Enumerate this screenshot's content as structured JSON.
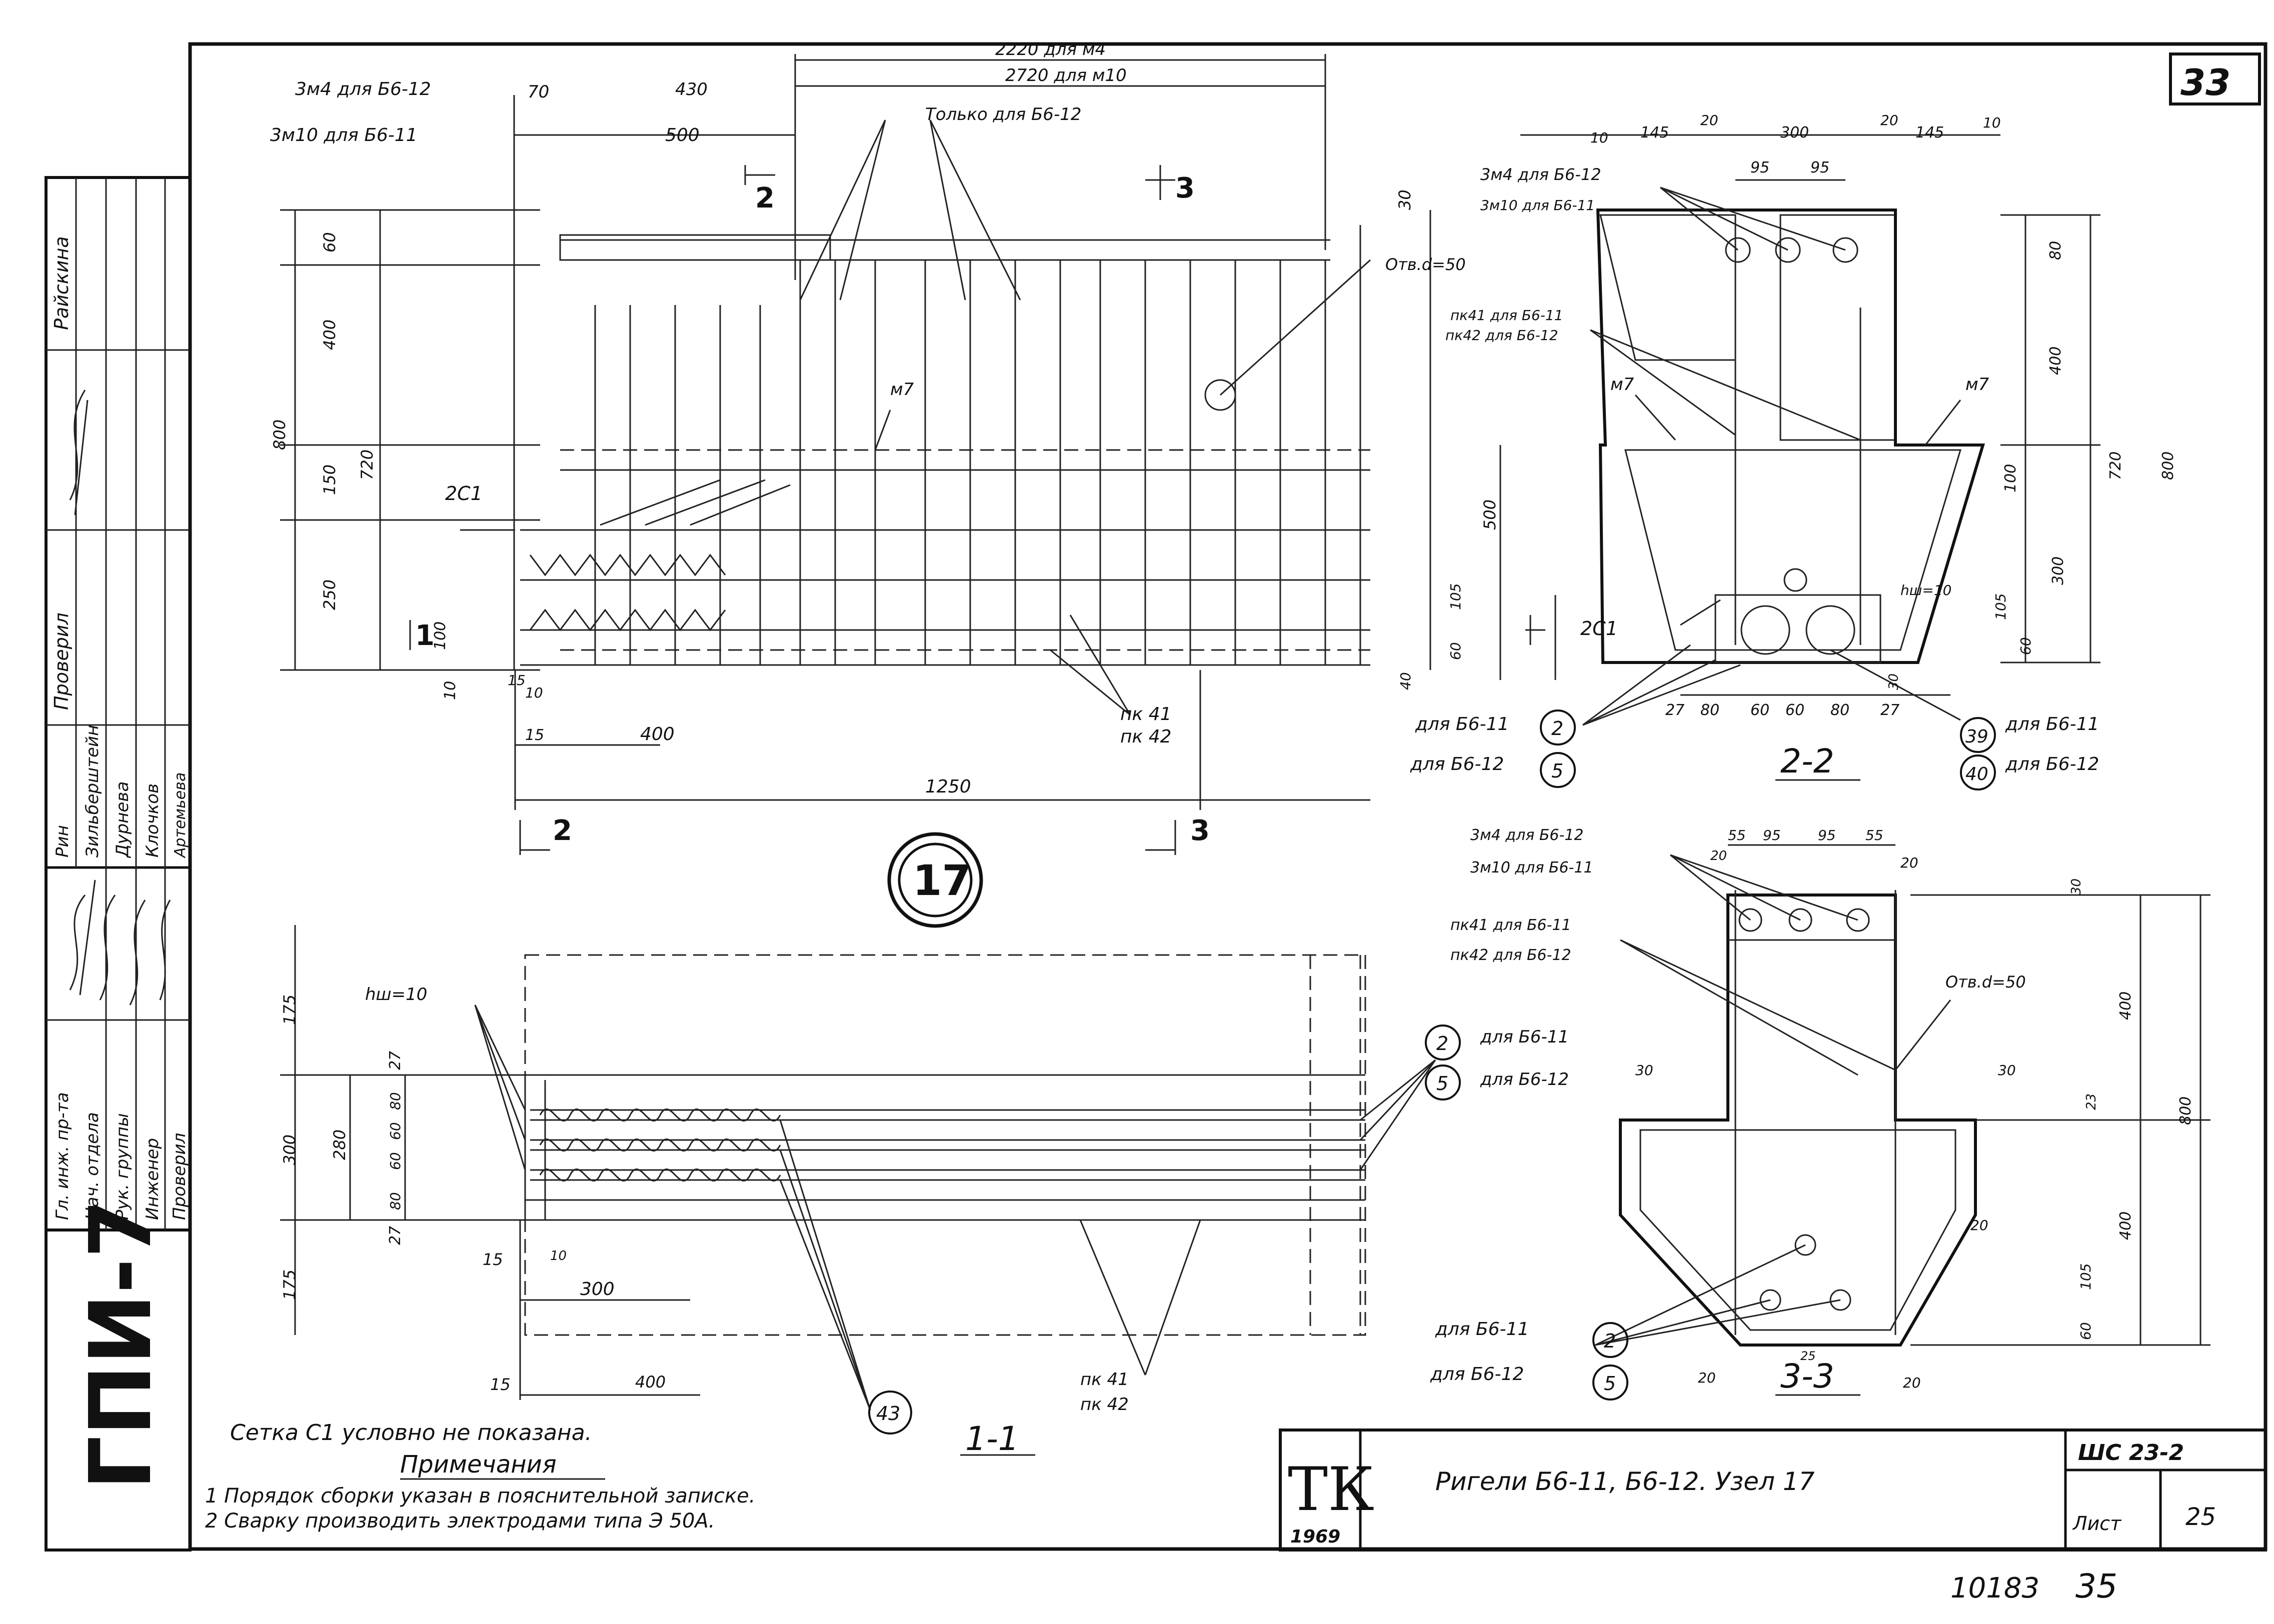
{
  "sheet": {
    "sheet_no": "33",
    "series_code": "ГПИ-7",
    "bottom_number": "10183",
    "bottom_page": "35"
  },
  "node_badge": "17",
  "top_view": {
    "dims": {
      "d2220": "2220 для м4",
      "d2720": "2720 для м10",
      "d70": "70",
      "d430": "430",
      "d500": "500",
      "d30": "30",
      "d60": "60",
      "d400": "400",
      "d150": "150",
      "d250": "250",
      "d100": "100",
      "d10": "10",
      "d800": "800",
      "d720": "720",
      "d15a": "15",
      "d15b": "15",
      "d10b": "10",
      "d400b": "400",
      "d1250": "1250"
    },
    "labels": {
      "zm4": "3м4 для Б6-12",
      "zm10": "3м10 для Б6-11",
      "tolko": "Только для Б6-12",
      "otv": "Отв.d=50",
      "m7": "м7",
      "c1": "2С1",
      "pk41": "пк 41",
      "pk42": "пк 42",
      "sec1": "1",
      "sec2a": "2",
      "sec2b": "2",
      "sec3a": "3",
      "sec3b": "3"
    }
  },
  "section_2_2": {
    "title": "2-2",
    "dims": {
      "d10": "10",
      "d145a": "145",
      "d20a": "20",
      "d300": "300",
      "d20b": "20",
      "d145b": "145",
      "d10b": "10",
      "d95a": "95",
      "d95b": "95",
      "d80": "80",
      "d400": "400",
      "d720": "720",
      "d800": "800",
      "d100": "100",
      "d300v": "300",
      "d105": "105",
      "d60": "60",
      "d500": "500",
      "d40": "40",
      "d27a": "27",
      "d80a": "80",
      "d60a": "60",
      "d60b": "60",
      "d80b": "80",
      "d27b": "27",
      "d30": "30",
      "hw": "hш=10"
    },
    "labels": {
      "zm4": "3м4 для Б6-12",
      "zm10": "3м10 для Б6-11",
      "pk41": "пк41 для Б6-11",
      "pk42": "пк42 для Б6-12",
      "m7a": "м7",
      "m7b": "м7",
      "c1": "2С1",
      "for611a": "для Б6-11",
      "for612a": "для Б6-12",
      "for611b": "для Б6-11",
      "for612b": "для Б6-12",
      "c2": "2",
      "c5": "5",
      "c39": "39",
      "c40": "40"
    }
  },
  "section_3_3": {
    "title": "3-3",
    "dims": {
      "d55a": "55",
      "d95a": "95",
      "d95b": "95",
      "d55b": "55",
      "d20a": "20",
      "d20b": "20",
      "d30": "30",
      "d30l": "30",
      "d30r": "30",
      "d23": "23",
      "d400a": "400",
      "d400b": "400",
      "d800": "800",
      "d105": "105",
      "d60": "60",
      "d20c": "20",
      "d20d": "20",
      "d20e": "20",
      "d25": "25"
    },
    "labels": {
      "zm4": "3м4 для Б6-12",
      "zm10": "3м10 для Б6-11",
      "pk41": "пк41 для Б6-11",
      "pk42": "пк42 для Б6-12",
      "otv": "Отв.d=50",
      "for611": "для Б6-11",
      "for612": "для Б6-12",
      "c2": "2",
      "c5": "5"
    }
  },
  "section_1_1": {
    "title": "1-1",
    "dims": {
      "d175a": "175",
      "d27a": "27",
      "d80a": "80",
      "d60a": "60",
      "d60b": "60",
      "d80b": "80",
      "d280": "280",
      "d300": "300",
      "d27b": "27",
      "d175b": "175",
      "d15a": "15",
      "d10": "10",
      "d300h": "300",
      "d15b": "15",
      "d400": "400"
    },
    "labels": {
      "hw": "hш=10",
      "for611": "для Б6-11",
      "for612": "для Б6-12",
      "c2": "2",
      "c5": "5",
      "c43": "43",
      "pk41": "пк 41",
      "pk42": "пк 42"
    }
  },
  "notes": {
    "c1_note": "Сетка С1 условно не показана.",
    "heading": "Примечания",
    "note1": "1 Порядок сборки указан в пояснительной записке.",
    "note2": "2 Сварку производить электродами типа Э 50А."
  },
  "title_block": {
    "logo": "ТК",
    "year": "1969",
    "title": "Ригели Б6-11, Б6-12. Узел 17",
    "code": "ШС 23-2",
    "sheet_label": "Лист",
    "sheet_num": "25"
  },
  "stamp": {
    "roles": [
      "Гл. инж. пр-та",
      "Нач. отдела",
      "Рук. группы",
      "Инженер",
      "Проверил"
    ],
    "names": [
      "Рин",
      "Зильберштейн",
      "Дурнева",
      "Клочков",
      "Артемьева"
    ],
    "checked_label": "Проверил",
    "checked_name": "Райскина",
    "org": "ГПИ-7"
  }
}
